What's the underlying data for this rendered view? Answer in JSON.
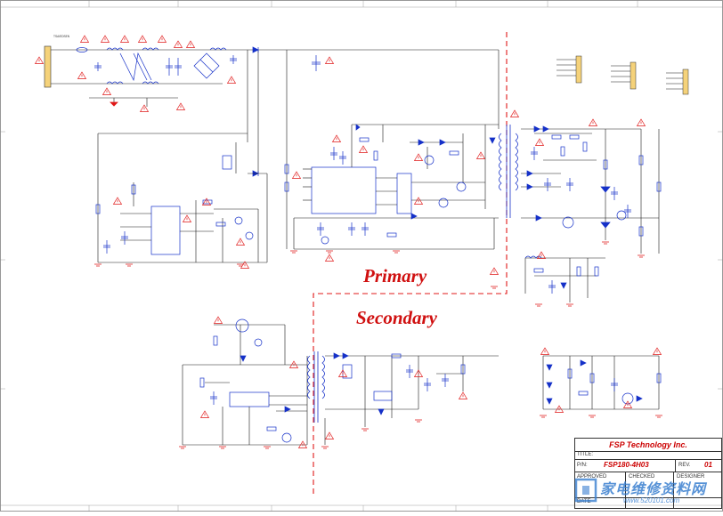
{
  "diagram": {
    "primary_label": "Primary",
    "secondary_label": "Secondary",
    "connector_label": "TSA/EDSEN"
  },
  "title_block": {
    "company": "FSP Technology Inc.",
    "title_label": "TITLE:",
    "pn_label": "P/N:",
    "part_number": "FSP180-4H03",
    "rev_label": "REV.",
    "revision": "01",
    "approved_label": "APPROVED",
    "checked_label": "CHECKED",
    "designer_label": "DESIGNER",
    "date_label": "DATE"
  },
  "watermark": {
    "text": "家电维修资料网",
    "url": "www.520101.com"
  },
  "colors": {
    "wire": "#1a1a1a",
    "component": "#1530c8",
    "warning": "#e01818",
    "isolation": "#e01818",
    "ground": "#e01818"
  }
}
